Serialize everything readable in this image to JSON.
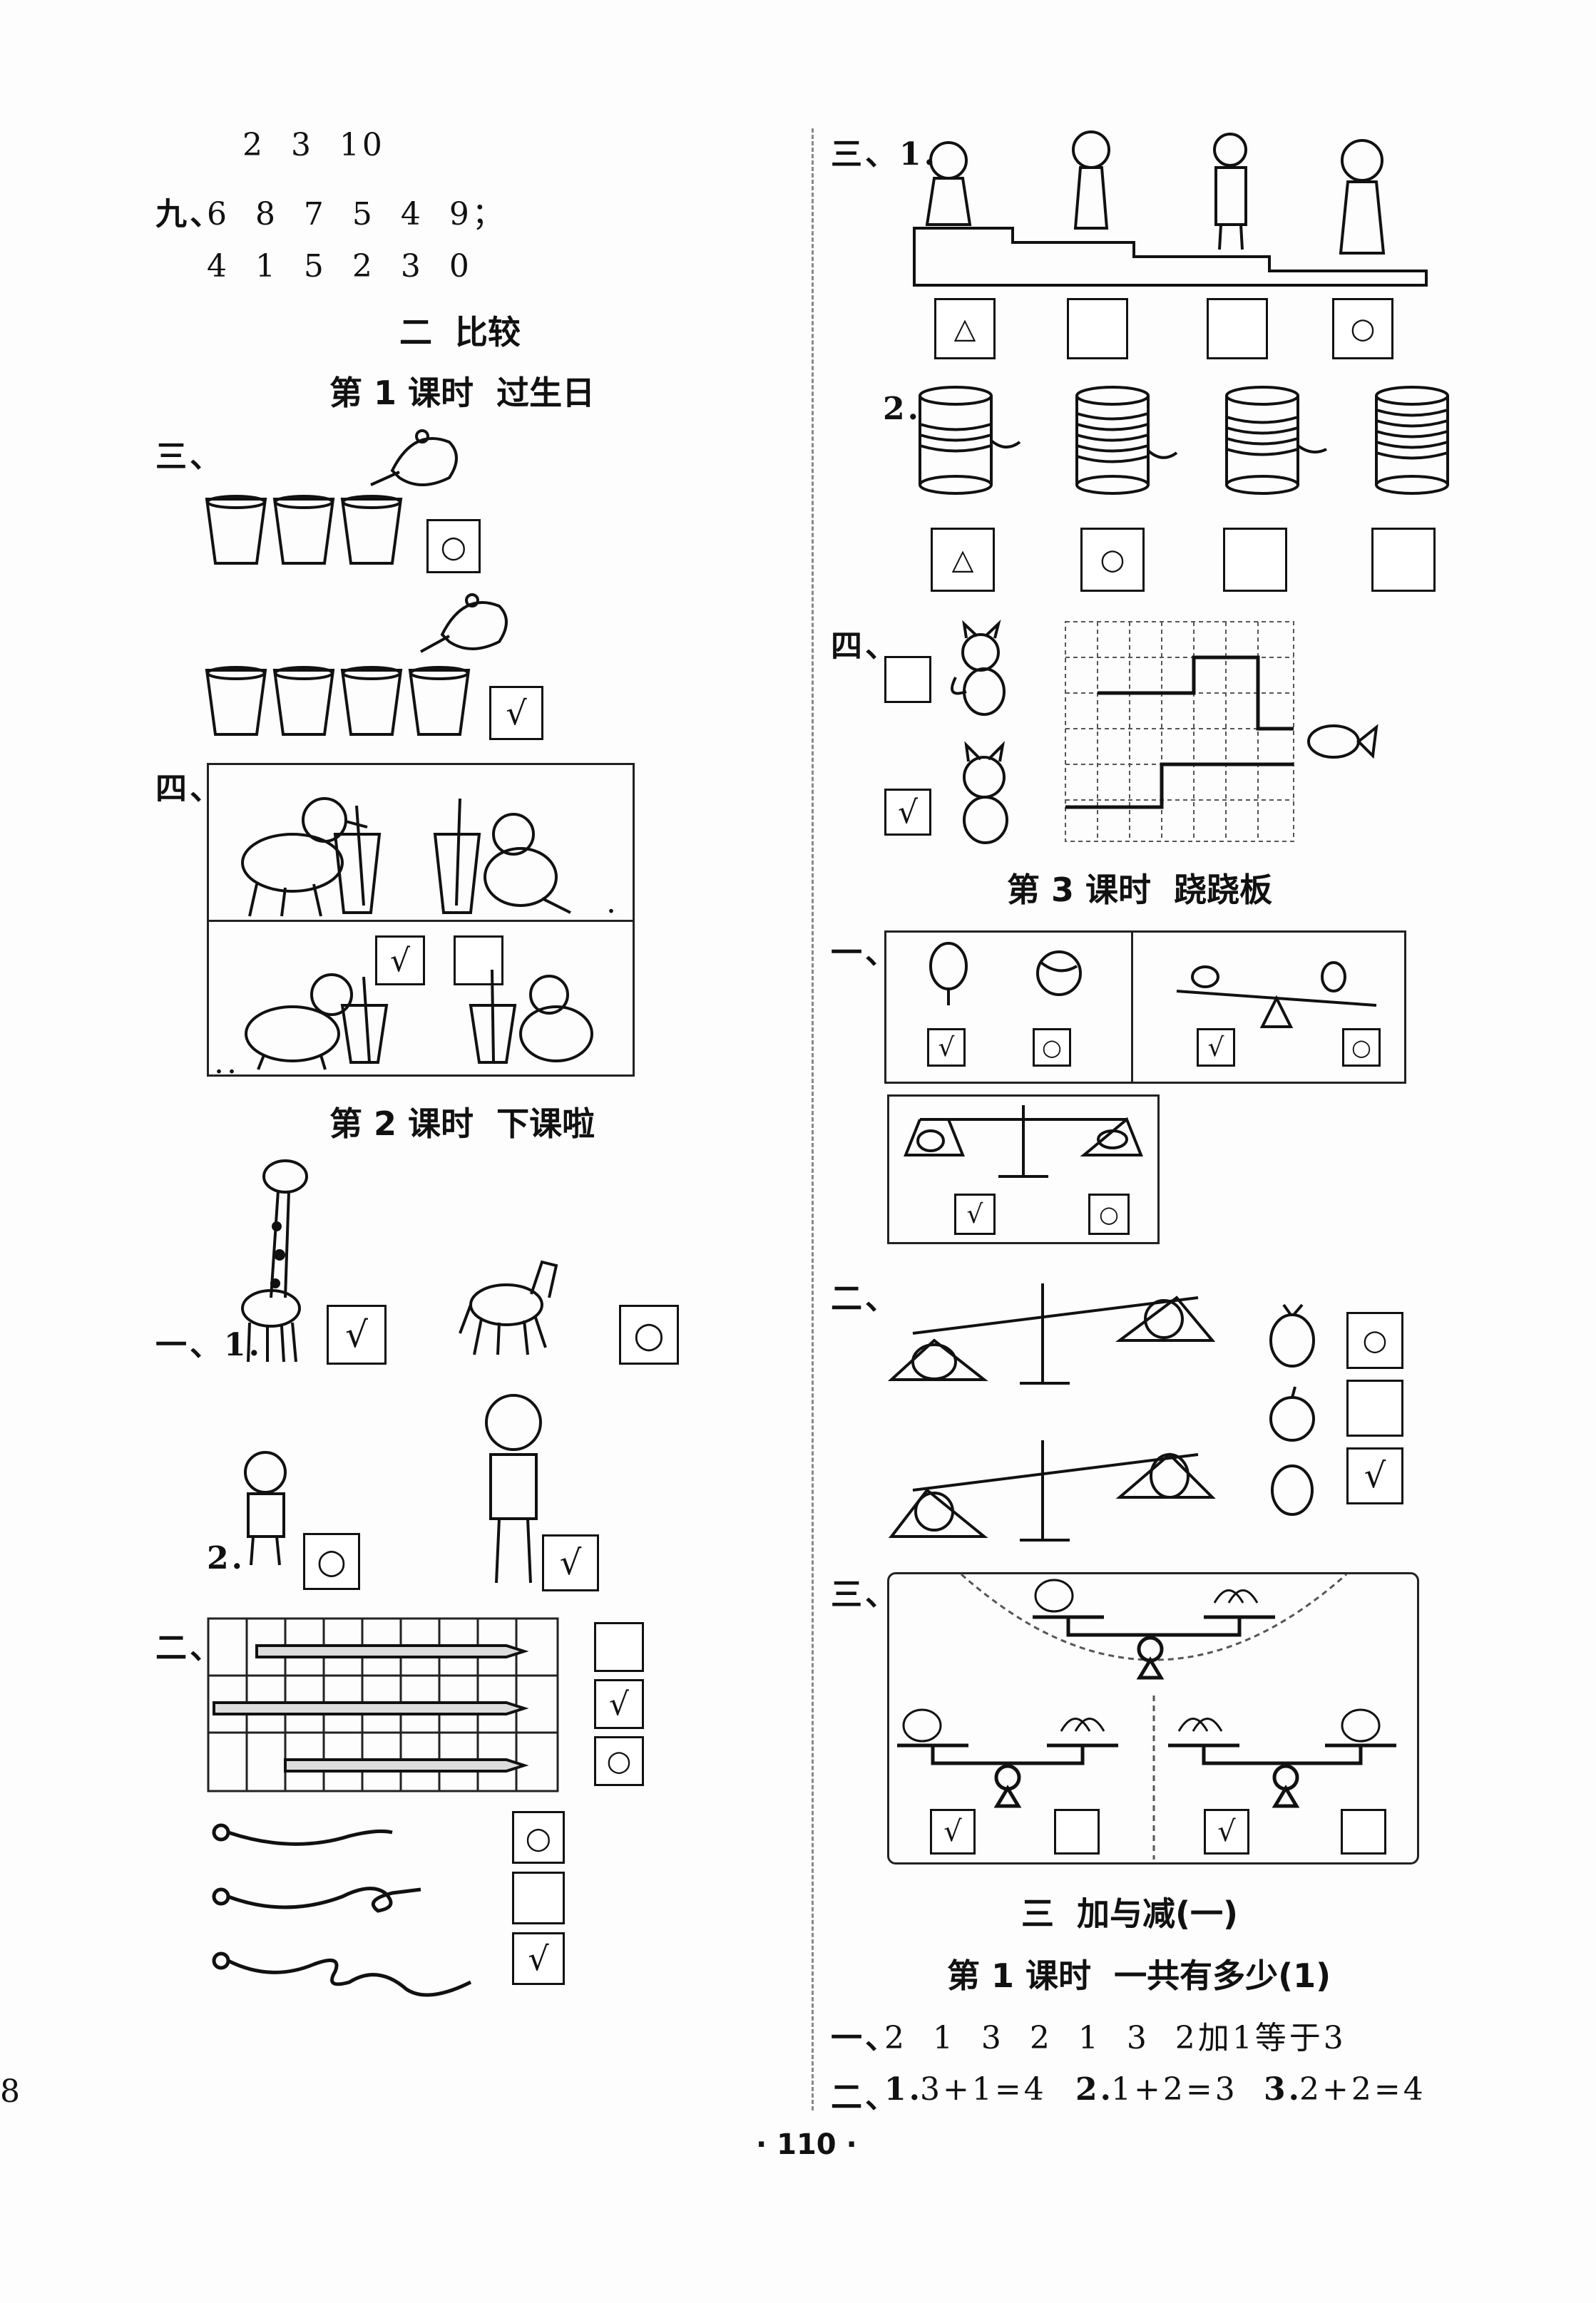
{
  "left": {
    "nine": {
      "row0": "2  3  10",
      "label": "九、",
      "row1": "6  8  7  5  4  9；",
      "row2": "4  1  5  2  3  0"
    },
    "unit2_title": "二  比较",
    "lesson1_title": "第 1 课时  过生日",
    "s3": {
      "label": "三、",
      "mark1": "○",
      "mark2": "√"
    },
    "s4": {
      "label": "四、",
      "dot1": ".",
      "mark_a": "√",
      "mark_b": "",
      "dots": ".."
    },
    "lesson2_title": "第 2 课时  下课啦",
    "s1": {
      "label": "一、1.",
      "mark_giraffe": "√",
      "mark_horse": "○",
      "sub2": "2.",
      "mark_short": "○",
      "mark_tall": "√"
    },
    "s2": {
      "label": "二、",
      "pencil_marks": [
        "",
        "√",
        "○"
      ],
      "rope_marks": [
        "○",
        "",
        "√"
      ]
    }
  },
  "right": {
    "s3": {
      "label": "三、1.",
      "people_marks": [
        "△",
        "",
        "",
        "○"
      ],
      "sub2": "2.",
      "coil_marks": [
        "△",
        "○",
        "",
        ""
      ]
    },
    "s4": {
      "label": "四、",
      "mark_top": "",
      "mark_bottom": "√"
    },
    "lesson3_title": "第 3 课时  跷跷板",
    "s1": {
      "label": "一、",
      "marks": [
        "√",
        "○",
        "√",
        "○",
        "√",
        "○"
      ]
    },
    "s2": {
      "label": "二、",
      "marks": [
        "○",
        "",
        "√"
      ]
    },
    "s3b": {
      "label": "三、",
      "marks": [
        "√",
        "",
        "√",
        ""
      ]
    },
    "unit3_title": "三  加与减(一)",
    "lesson1_title": "第 1 课时  一共有多少(1)",
    "ans1": {
      "label": "一、",
      "text": "2  1  3  2  1  3  2加1等于3"
    },
    "ans2": {
      "label": "二、",
      "p1n": "1.",
      "p1": "3+1=4",
      "p2n": "2.",
      "p2": "1+2=3",
      "p3n": "3.",
      "p3": "2+2=4"
    }
  },
  "margin_digit": "8",
  "page_number": "· 110 ·"
}
